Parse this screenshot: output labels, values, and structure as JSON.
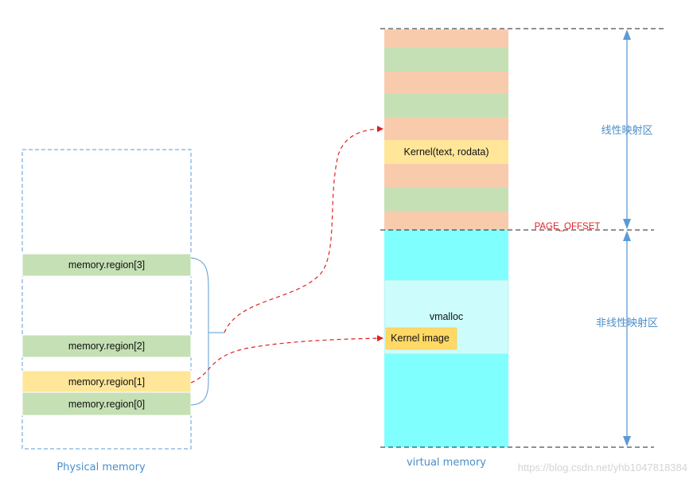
{
  "physical": {
    "caption": "Physical memory",
    "regions": [
      "memory.region[3]",
      "memory.region[2]",
      "memory.region[1]",
      "memory.region[0]"
    ]
  },
  "virtual": {
    "caption": "virtual memory",
    "kernel_text": "Kernel(text, rodata)",
    "page_offset": "PAGE_OFFSET",
    "vmalloc": "vmalloc",
    "kernel_image": "Kernel image",
    "linear_area": "线性映射区",
    "nonlinear_area": "非线性映射区"
  },
  "watermark": "https://blog.csdn.net/yhb1047818384",
  "colors": {
    "salmon": "#f8cbad",
    "green": "#c5e0b4",
    "yellow": "#ffe699",
    "cyan": "#80ffff",
    "light_cyan": "#ccfcfc",
    "kernel_image": "#ffd966",
    "blue_line": "#5b9bd5",
    "red_dash": "#e02020"
  }
}
